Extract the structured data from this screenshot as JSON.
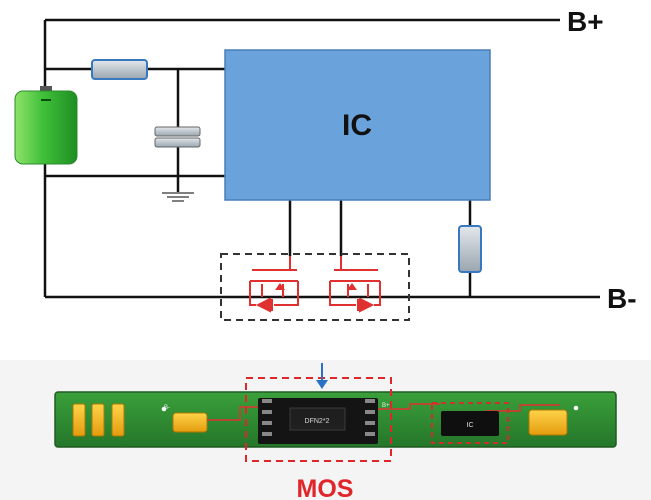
{
  "schematic": {
    "ic_label": "IC",
    "terminal_positive": "B+",
    "terminal_negative": "B-"
  },
  "pcb": {
    "mos_chip_text": "DFN2*2",
    "ic_chip_text": "IC",
    "pad_label_left": "B-",
    "pad_label_right": "B+",
    "callout_label": "MOS"
  },
  "colors": {
    "wire": "#111111",
    "ic_fill": "#6aa2db",
    "mos_red": "#e03030",
    "dashed_box": "#333333",
    "battery_green": "#3db83a",
    "resistor_fill": "#c5ccd3",
    "pcb_green": "#2f8a2f",
    "pad_gold": "#f2b31c",
    "callout_red": "#e0262a",
    "arrow_blue": "#2a72c8"
  }
}
